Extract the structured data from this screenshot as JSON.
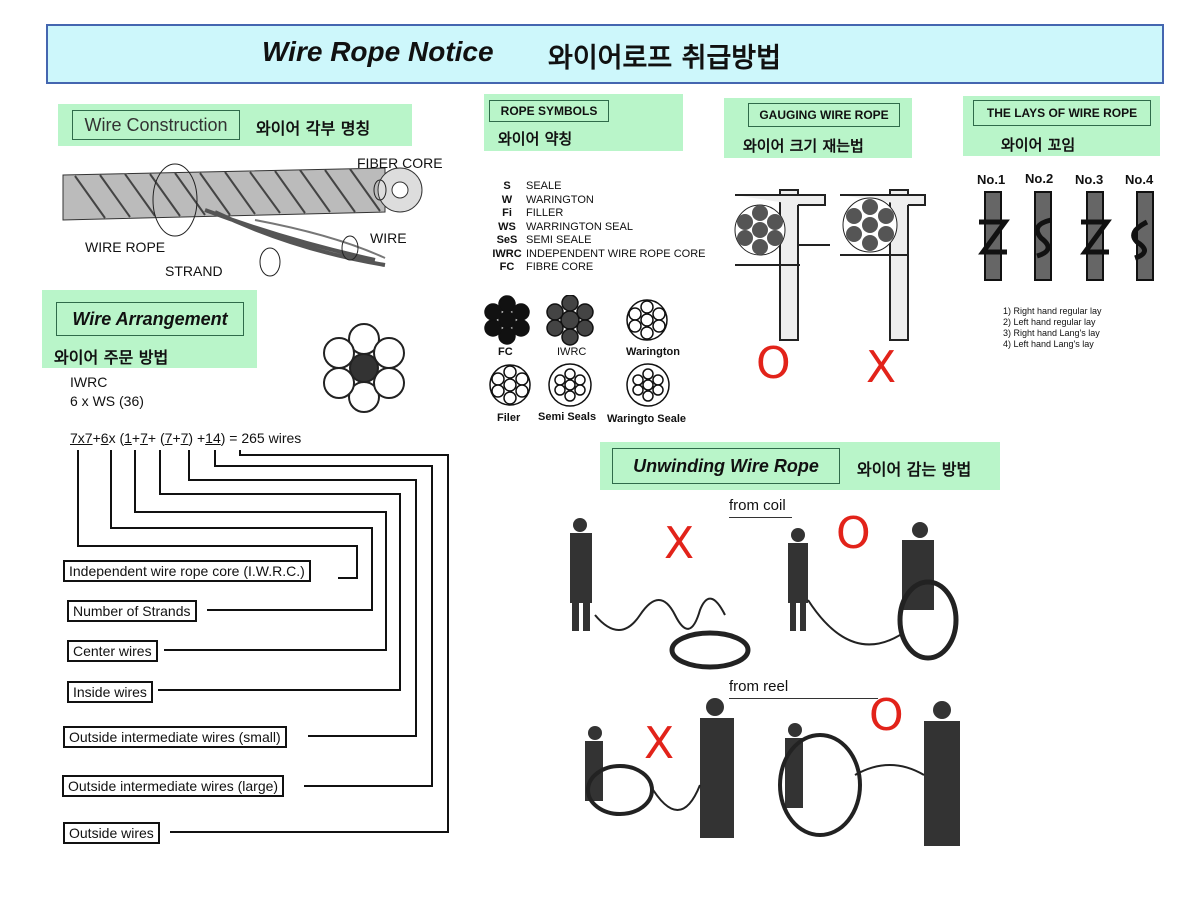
{
  "title": {
    "en": "Wire Rope Notice",
    "ko": "와이어로프 취급방법"
  },
  "construction": {
    "label": "Wire Construction",
    "ko": "와이어 각부 명칭",
    "parts": {
      "fiber_core": "FIBER CORE",
      "wire_rope": "WIRE ROPE",
      "wire": "WIRE",
      "strand": "STRAND"
    }
  },
  "arrangement": {
    "label": "Wire Arrangement",
    "ko": "와이어 주문 방법",
    "core": "IWRC",
    "spec": "6 x WS (36)",
    "formula": {
      "parts": [
        "7x7",
        "+",
        "6",
        "x (",
        "1",
        "+",
        "7",
        "+ (",
        "7",
        "+",
        "7",
        ") +",
        "14",
        ")"
      ],
      "result": "= 265 wires"
    },
    "legend": [
      "Independent wire rope core (I.W.R.C.)",
      "Number of Strands",
      "Center wires",
      "Inside wires",
      "Outside intermediate wires (small)",
      "Outside intermediate wires (large)",
      "Outside wires"
    ]
  },
  "symbols": {
    "label": "ROPE SYMBOLS",
    "ko": "와이어 약칭",
    "items": [
      {
        "abbr": "S",
        "name": "SEALE"
      },
      {
        "abbr": "W",
        "name": "WARINGTON"
      },
      {
        "abbr": "Fi",
        "name": "FILLER"
      },
      {
        "abbr": "WS",
        "name": "WARRINGTON SEAL"
      },
      {
        "abbr": "SeS",
        "name": "SEMI SEALE"
      },
      {
        "abbr": "IWRC",
        "name": "INDEPENDENT WIRE ROPE CORE"
      },
      {
        "abbr": "FC",
        "name": "FIBRE CORE"
      }
    ],
    "sections": [
      "FC",
      "IWRC",
      "Warington",
      "Filer",
      "Semi Seals",
      "Waringto Seale"
    ]
  },
  "gauging": {
    "label": "GAUGING WIRE ROPE",
    "ko": "와이어 크기 재는법",
    "correct": "O",
    "wrong": "X"
  },
  "lays": {
    "label": "THE LAYS OF WIRE ROPE",
    "ko": "와이어 꼬임",
    "numbers": [
      "No.1",
      "No.2",
      "No.3",
      "No.4"
    ],
    "items": [
      "1)  Right hand regular lay",
      "2)  Left hand regular lay",
      "3)  Right hand Lang's lay",
      "4)  Left hand Lang's lay"
    ]
  },
  "unwinding": {
    "label": "Unwinding Wire Rope",
    "ko": "와이어 감는 방법",
    "coil": "from coil",
    "reel": "from reel",
    "marks": [
      "X",
      "O",
      "X",
      "O"
    ]
  },
  "colors": {
    "banner": "#cdf7fb",
    "section": "#b9f5c9",
    "mark": "#e2231a",
    "border": "#4466b0"
  }
}
